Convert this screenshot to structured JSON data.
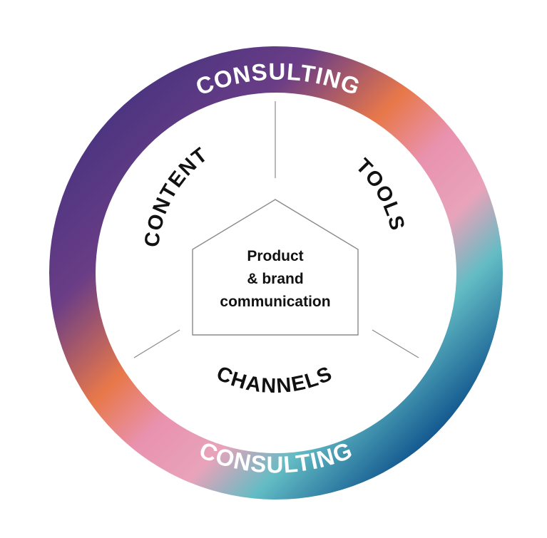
{
  "ring": {
    "top_label": "CONSULTING",
    "bottom_label": "CONSULTING",
    "colors": [
      "#4a3480",
      "#e8784a",
      "#e992b0",
      "#62bcc4",
      "#0b4d8a"
    ]
  },
  "sectors": {
    "content": "CONTENT",
    "tools": "TOOLS",
    "channels": "CHANNELS"
  },
  "center": {
    "line1": "Product",
    "line2": "& brand",
    "line3": "communication"
  }
}
